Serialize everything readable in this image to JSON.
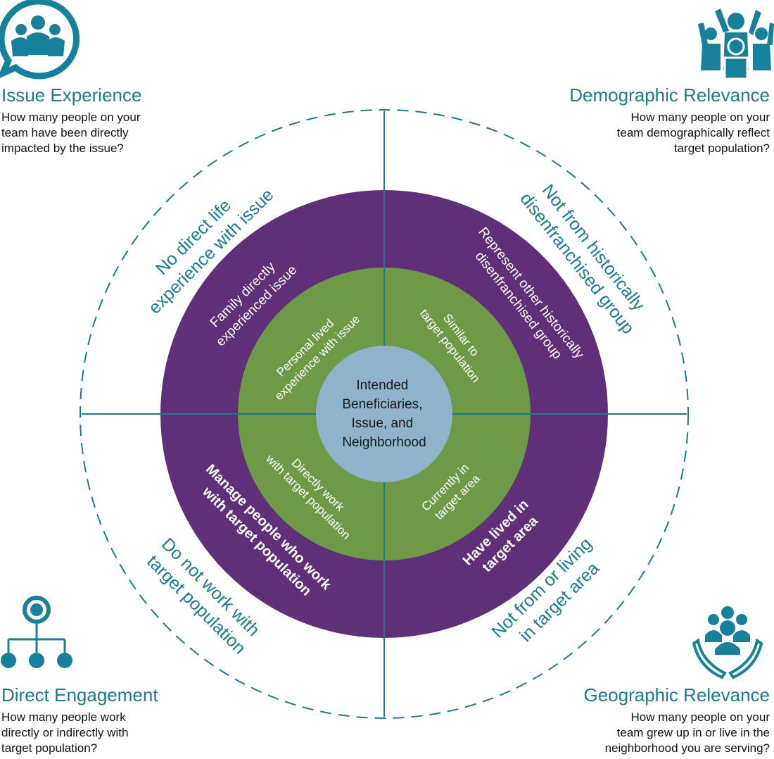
{
  "colors": {
    "teal": "#1b7a8e",
    "purple": "#5f2f78",
    "green": "#6e9947",
    "center": "#8fb3cb",
    "icon_teal": "#17809a"
  },
  "center": {
    "line1": "Intended",
    "line2": "Beneficiaries,",
    "line3": "Issue, and",
    "line4": "Neighborhood"
  },
  "quadrants": {
    "issue_experience": {
      "title": "Issue Experience",
      "question": [
        "How many people on your",
        "team have been directly",
        "impacted by the issue?"
      ],
      "outer": [
        "No direct life",
        "experience with issue"
      ],
      "middle": [
        "Family directly",
        "experienced issue"
      ],
      "inner": [
        "Personal lived",
        "experience with issue"
      ],
      "icon": "people-speech-bubble-icon"
    },
    "demographic_relevance": {
      "title": "Demographic Relevance",
      "question": [
        "How many people on your",
        "team demographically reflect",
        "target population?"
      ],
      "outer": [
        "Not from historically",
        "disenfranchised group"
      ],
      "middle": [
        "Represent other historically",
        "disenfranchised group"
      ],
      "inner": [
        "Similar to",
        "target population"
      ],
      "icon": "cheering-group-icon"
    },
    "direct_engagement": {
      "title": "Direct Engagement",
      "question": [
        "How many people work",
        "directly or indirectly with",
        "target population?"
      ],
      "outer": [
        "Do not work with",
        "target population"
      ],
      "middle": [
        "Manage people who work",
        "with target population"
      ],
      "inner": [
        "Directly work",
        "with target population"
      ],
      "icon": "org-hierarchy-icon"
    },
    "geographic_relevance": {
      "title": "Geographic Relevance",
      "question": [
        "How many people on your",
        "team grew up in or live in the",
        "neighborhood you are serving?"
      ],
      "outer": [
        "Not from or living",
        "in target area"
      ],
      "middle": [
        "Have lived in",
        "target area"
      ],
      "inner": [
        "Currently in",
        "target area"
      ],
      "icon": "hands-holding-people-icon"
    }
  }
}
